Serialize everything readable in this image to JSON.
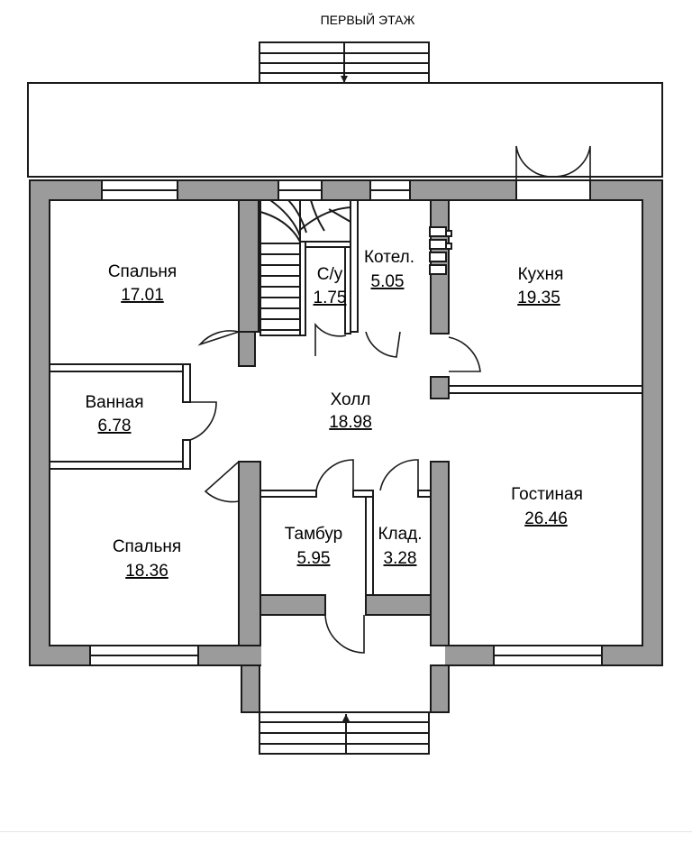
{
  "floor_title": "ПЕРВЫЙ ЭТАЖ",
  "rooms": [
    {
      "id": "bedroom-1",
      "name": "Спальня",
      "area": "17.01"
    },
    {
      "id": "wc",
      "name": "С/у",
      "area": "1.75"
    },
    {
      "id": "boiler",
      "name": "Котел.",
      "area": "5.05"
    },
    {
      "id": "kitchen",
      "name": "Кухня",
      "area": "19.35"
    },
    {
      "id": "bathroom",
      "name": "Ванная",
      "area": "6.78"
    },
    {
      "id": "hall",
      "name": "Холл",
      "area": "18.98"
    },
    {
      "id": "living-room",
      "name": "Гостиная",
      "area": "26.46"
    },
    {
      "id": "vestibule",
      "name": "Тамбур",
      "area": "5.95"
    },
    {
      "id": "storage",
      "name": "Клад.",
      "area": "3.28"
    },
    {
      "id": "bedroom-2",
      "name": "Спальня",
      "area": "18.36"
    }
  ]
}
